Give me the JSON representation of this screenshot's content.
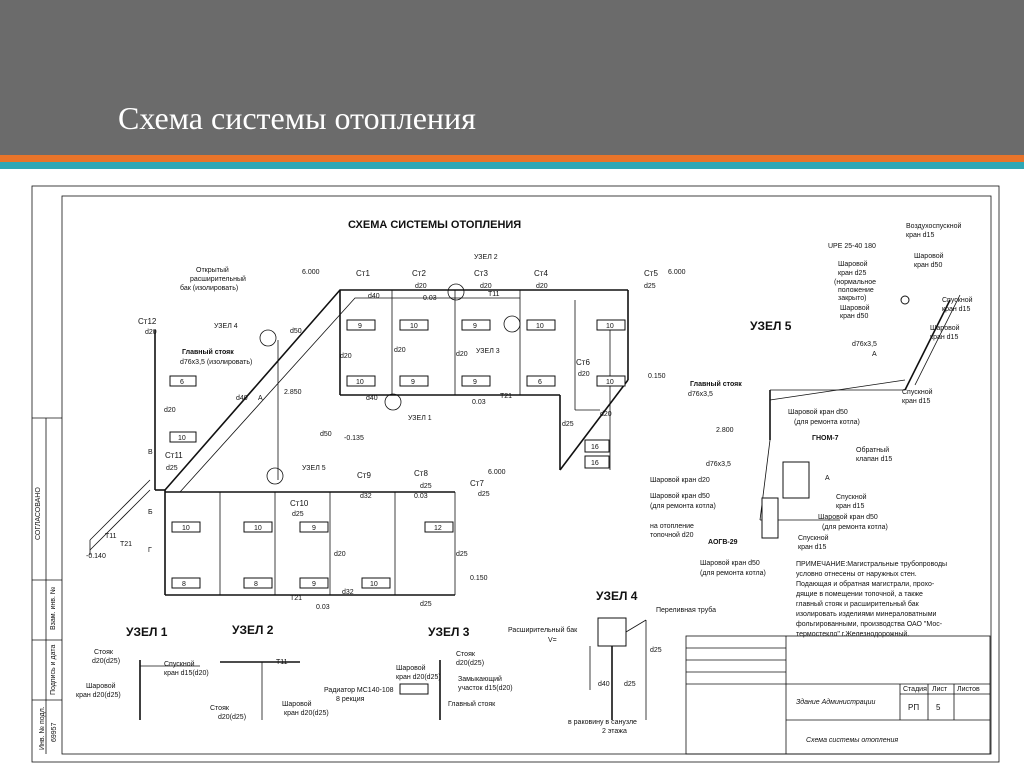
{
  "slide": {
    "title": "Схема системы отопления"
  },
  "drawing": {
    "title": "СХЕМА СИСТЕМЫ ОТОПЛЕНИЯ",
    "risers": [
      "Ст1",
      "Ст2",
      "Ст3",
      "Ст4",
      "Ст5",
      "Ст6",
      "Ст7",
      "Ст8",
      "Ст9",
      "Ст10",
      "Ст11",
      "Ст12"
    ],
    "radiators_top": [
      "9",
      "10",
      "9",
      "10",
      "10",
      "10",
      "9",
      "9"
    ],
    "radiators_left": [
      "6",
      "10"
    ],
    "radiators_bottom": [
      "10",
      "10",
      "9",
      "12",
      "8",
      "8",
      "9",
      "10"
    ],
    "radiators_right": [
      "6",
      "10",
      "16",
      "16"
    ],
    "levels": {
      "a": "6.000",
      "b": "6.000",
      "c": "6.000",
      "d": "2.850",
      "e": "-0.135",
      "f": "0.150",
      "g": "0.150",
      "h": "-0.140",
      "i": "2.800"
    },
    "nodes": {
      "n1": "УЗЕЛ 1",
      "n2": "УЗЕЛ 2",
      "n3": "УЗЕЛ 3",
      "n4": "УЗЕЛ 4",
      "n5": "УЗЕЛ 5"
    },
    "node_refs": {
      "u1": "УЗЕЛ 1",
      "u2": "УЗЕЛ 2",
      "u3": "УЗЕЛ 3",
      "u4": "УЗЕЛ 4",
      "u5": "УЗЕЛ 5"
    },
    "labels": {
      "open_tank": "Открытый",
      "open_tank2": "расширительный",
      "open_tank3": "бак (изолировать)",
      "main_riser": "Главный стояк",
      "main_riser_d": "d76х3,5 (изолировать)",
      "main_riser2": "Главный стояк",
      "main_riser2_d": "d76х3,5",
      "air_valve": "Воздухоспускной",
      "air_valve2": "кран d15",
      "upe": "UPE 25-40 180",
      "ball_d25": "Шаровой",
      "ball_d25b": "кран d25",
      "normally": "(нормальное",
      "normally2": "положение",
      "normally3": "закрыто)",
      "ball_d50a": "Шаровой",
      "ball_d50a2": "кран d50",
      "ball_d50b": "Шаровой",
      "ball_d50b2": "кран d50",
      "drain_d15": "Спускной",
      "drain_d15b": "кран d15",
      "ball_d15": "Шаровой",
      "ball_d15b": "кран d15",
      "d76": "d76х3,5",
      "ball_repair": "Шаровой кран d50",
      "repair": "(для ремонта котла)",
      "gnom": "ГНОМ-7",
      "check_valve": "Обратный",
      "check_valve2": "клапан d15",
      "ball_d20": "Шаровой кран d20",
      "ball_repair2": "Шаровой кран d50",
      "repair2": "(для ремонта котла)",
      "drain2": "Спускной",
      "drain2b": "кран d15",
      "ball_repair3": "Шаровой кран d50",
      "repair3": "(для ремонта котла)",
      "heating_room": "на отопление",
      "heating_room2": "топочной d20",
      "drain3": "Спускной",
      "drain3b": "кран d15",
      "aogv": "АОГВ-29",
      "ball_repair4": "Шаровой кран d50",
      "repair4": "(для ремонта котла)",
      "node4_overflow": "Переливная труба",
      "node4_tank": "Расширительный бак",
      "node4_v": "V=",
      "node4_sink": "в раковину в санузле",
      "node4_floor": "2 этажа",
      "riser": "Стояк",
      "riser_d": "d20(d25)",
      "drain_n1": "Спускной",
      "drain_n1b": "кран d15(d20)",
      "ball_n1": "Шаровой",
      "ball_n1b": "кран d20(d25)",
      "riser_n2": "Стояк",
      "riser_n2d": "d20(d25)",
      "ball_n2": "Шаровой",
      "ball_n2b": "кран d20(d25)",
      "ball_n3": "Шаровой",
      "ball_n3b": "кран d20(d25)",
      "riser_n3": "Стояк",
      "riser_n3d": "d20(d25)",
      "closing": "Замыкающий",
      "closing2": "участок d15(d20)",
      "radiator_n3": "Радиатор МС140-108",
      "radiator_n3b": "8 рекция",
      "main_riser_n3": "Главный стояк"
    },
    "note": [
      "ПРИМЕЧАНИЕ:Магистральные трубопроводы",
      "условно отнесены от наружных стен.",
      "Подающая и обратная магистрали, прохо-",
      "дящие в помещении топочной, а также",
      "главный стояк и расширительный бак",
      "изолировать изделиями минераловатными",
      "фольгированными, производства ОАО \"Мос-",
      "термостекло\" г.Железнодорожный."
    ],
    "stamp": {
      "building": "Здание Администрации",
      "sheet_title": "Схема системы отопления",
      "col_stage": "Стадия",
      "col_sheet": "Лист",
      "col_sheets": "Листов",
      "stage": "РП",
      "sheet": "5"
    },
    "side_stamp": [
      "СОГЛАСОВАНО",
      "Взам. инв. №",
      "Подпись и дата",
      "Инв. № подл.",
      "69957"
    ],
    "pipe_labels": {
      "T11": "Т11",
      "T21": "Т21",
      "d20": "d20",
      "d25": "d25",
      "d32": "d32",
      "d40": "d40",
      "d50": "d50",
      "slope": "0.03"
    },
    "letters": {
      "A": "А",
      "B": "Б",
      "V": "В",
      "G": "Г"
    }
  }
}
